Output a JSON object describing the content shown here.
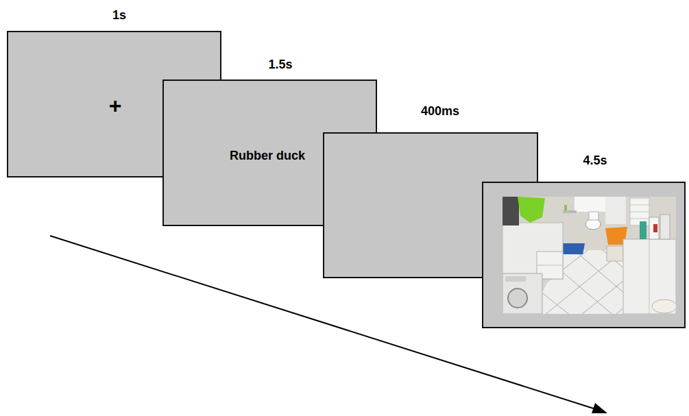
{
  "diagram": {
    "nodes": [
      {
        "text": [
          "1s",
          "+"
        ]
      },
      {
        "text": [
          "1.5s",
          "Rubber duck"
        ]
      },
      {
        "text": [
          "400ms"
        ]
      },
      {
        "text": [
          "4.5s"
        ]
      }
    ]
  }
}
